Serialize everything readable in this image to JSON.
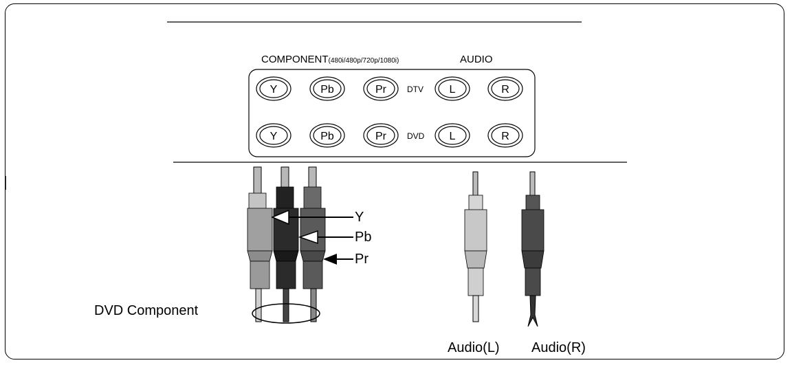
{
  "panel": {
    "component_title": "COMPONENT",
    "component_formats": "(480i/480p/720p/1080i)",
    "audio_title": "AUDIO",
    "rows": [
      {
        "name": "DTV",
        "jacks": [
          "Y",
          "Pb",
          "Pr",
          "L",
          "R"
        ]
      },
      {
        "name": "DVD",
        "jacks": [
          "Y",
          "Pb",
          "Pr",
          "L",
          "R"
        ]
      }
    ]
  },
  "cable": {
    "callouts": [
      "Y",
      "Pb",
      "Pr"
    ],
    "caption": "DVD Component"
  },
  "audio_plugs": {
    "left_label": "Audio(L)",
    "right_label": "Audio(R)"
  },
  "colors": {
    "y_plug": "#a8a8a8",
    "pb_plug": "#2b2b2b",
    "pr_plug": "#5a5a5a",
    "audio_left": "#c8c8c8",
    "audio_right": "#4a4a4a"
  }
}
